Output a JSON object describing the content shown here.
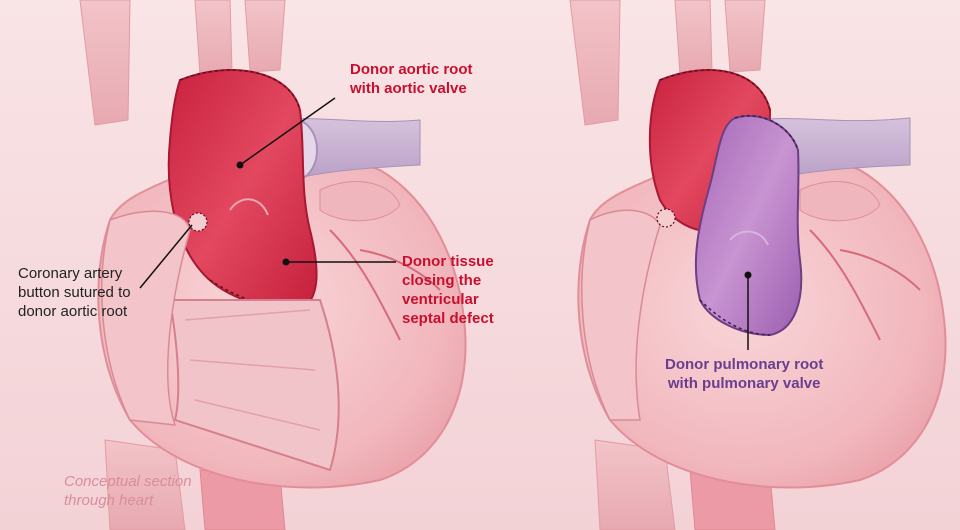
{
  "labels": {
    "aortic_root": [
      "Donor aortic root",
      "with aortic valve"
    ],
    "coronary": [
      "Coronary artery",
      "button sutured to",
      "donor aortic root"
    ],
    "septal": [
      "Donor tissue",
      "closing the",
      "ventricular",
      "septal defect"
    ],
    "pulmonary_root": [
      "Donor pulmonary root",
      "with pulmonary valve"
    ],
    "section_note": [
      "Conceptual section",
      "through heart"
    ]
  },
  "colors": {
    "background": "#f6dcdf",
    "heart_tissue": "#f4c6ca",
    "aortic_root": "#d8334d",
    "pulmonary_root": "#b87cc4",
    "vessel_blue": "#c9b2d3",
    "label_red": "#c8102e",
    "label_purple": "#6b3d8f",
    "note_pink": "#d98d9a"
  },
  "icons": [
    "left-heart-illustration",
    "right-heart-illustration",
    "suture-line"
  ]
}
